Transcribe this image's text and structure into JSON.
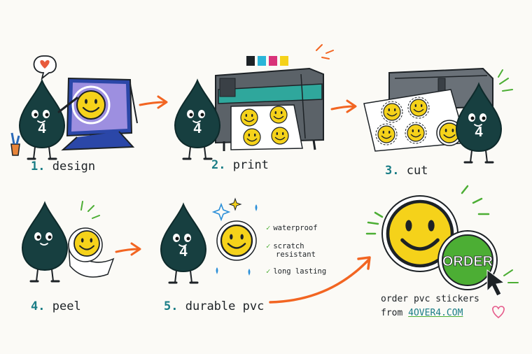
{
  "steps": [
    {
      "number": "1.",
      "label": "design"
    },
    {
      "number": "2.",
      "label": "print"
    },
    {
      "number": "3.",
      "label": "cut"
    },
    {
      "number": "4.",
      "label": "peel"
    },
    {
      "number": "5.",
      "label": "durable pvc"
    }
  ],
  "mascot_number": "4",
  "benefits": [
    "waterproof",
    "scratch resistant",
    "long lasting"
  ],
  "benefits_lines": {
    "scratch_1": "scratch",
    "scratch_2": "resistant"
  },
  "cta": {
    "button_label": "ORDER",
    "line1": "order pvc stickers",
    "line2_prefix": "from",
    "brand": "4OVER4.COM"
  },
  "colors": {
    "mascot": "#173f40",
    "teal": "#1a7d86",
    "arrow": "#f26522",
    "smiley": "#f5d21a",
    "green": "#4cae34",
    "heart": "#e85a3c",
    "pink": "#e65a8a"
  },
  "icons": [
    "heart-icon",
    "tablet-icon",
    "printer-icon",
    "cutter-icon",
    "cursor-icon",
    "check-icon",
    "sparkle-icon"
  ]
}
